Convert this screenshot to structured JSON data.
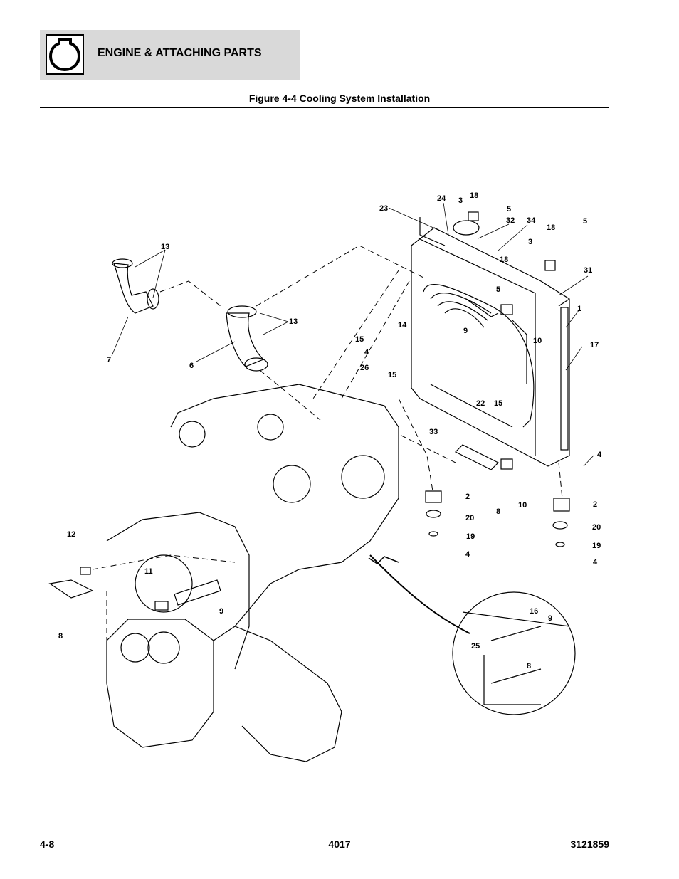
{
  "header": {
    "section_title": "ENGINE & ATTACHING PARTS",
    "figure_title": "Figure 4-4 Cooling System Installation"
  },
  "callouts": [
    {
      "id": "c24",
      "text": "24"
    },
    {
      "id": "c3a",
      "text": "3"
    },
    {
      "id": "c18a",
      "text": "18"
    },
    {
      "id": "c5a",
      "text": "5"
    },
    {
      "id": "c23",
      "text": "23"
    },
    {
      "id": "c32",
      "text": "32"
    },
    {
      "id": "c34",
      "text": "34"
    },
    {
      "id": "c18b",
      "text": "18"
    },
    {
      "id": "c5b",
      "text": "5"
    },
    {
      "id": "c3b",
      "text": "3"
    },
    {
      "id": "c31",
      "text": "31"
    },
    {
      "id": "c18c",
      "text": "18"
    },
    {
      "id": "c5c",
      "text": "5"
    },
    {
      "id": "c1",
      "text": "1"
    },
    {
      "id": "c13a",
      "text": "13"
    },
    {
      "id": "c13b",
      "text": "13"
    },
    {
      "id": "c7",
      "text": "7"
    },
    {
      "id": "c6",
      "text": "6"
    },
    {
      "id": "c14",
      "text": "14"
    },
    {
      "id": "c15a",
      "text": "15"
    },
    {
      "id": "c9a",
      "text": "9"
    },
    {
      "id": "c10a",
      "text": "10"
    },
    {
      "id": "c4a",
      "text": "4"
    },
    {
      "id": "c26",
      "text": "26"
    },
    {
      "id": "c17",
      "text": "17"
    },
    {
      "id": "c15b",
      "text": "15"
    },
    {
      "id": "c22",
      "text": "22"
    },
    {
      "id": "c15c",
      "text": "15"
    },
    {
      "id": "c33",
      "text": "33"
    },
    {
      "id": "c4b",
      "text": "4"
    },
    {
      "id": "c2a",
      "text": "2"
    },
    {
      "id": "c20a",
      "text": "20"
    },
    {
      "id": "c8a",
      "text": "8"
    },
    {
      "id": "c10b",
      "text": "10"
    },
    {
      "id": "c2b",
      "text": "2"
    },
    {
      "id": "c20b",
      "text": "20"
    },
    {
      "id": "c19a",
      "text": "19"
    },
    {
      "id": "c4c",
      "text": "4"
    },
    {
      "id": "c19b",
      "text": "19"
    },
    {
      "id": "c4d",
      "text": "4"
    },
    {
      "id": "c12",
      "text": "12"
    },
    {
      "id": "c11",
      "text": "11"
    },
    {
      "id": "c9b",
      "text": "9"
    },
    {
      "id": "c8b",
      "text": "8"
    },
    {
      "id": "c16",
      "text": "16"
    },
    {
      "id": "c9c",
      "text": "9"
    },
    {
      "id": "c25",
      "text": "25"
    },
    {
      "id": "c8c",
      "text": "8"
    }
  ],
  "footer": {
    "page": "4-8",
    "model": "4017",
    "doc_number": "3121859"
  }
}
